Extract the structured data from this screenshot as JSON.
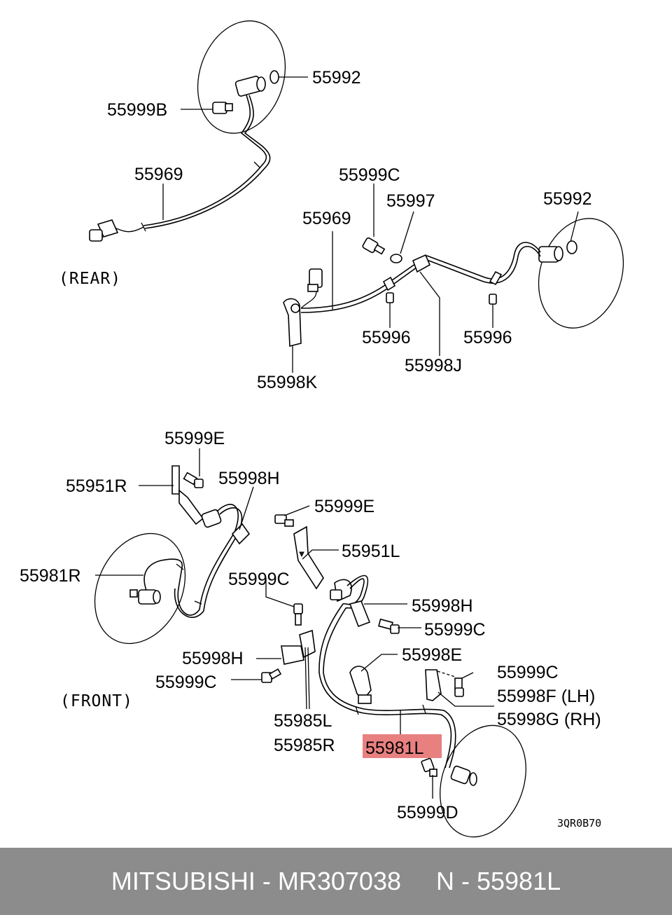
{
  "sections": {
    "rear": "(REAR)",
    "front": "(FRONT)"
  },
  "labels": {
    "l_55992_a": "55992",
    "l_55999B": "55999B",
    "l_55969_a": "55969",
    "l_55999C_a": "55999C",
    "l_55997": "55997",
    "l_55992_b": "55992",
    "l_55969_b": "55969",
    "l_55996_a": "55996",
    "l_55996_b": "55996",
    "l_55998J": "55998J",
    "l_55998K": "55998K",
    "l_55999E_a": "55999E",
    "l_55951R": "55951R",
    "l_55998H_a": "55998H",
    "l_55999E_b": "55999E",
    "l_55951L": "55951L",
    "l_55981R": "55981R",
    "l_55999C_b": "55999C",
    "l_55998H_b": "55998H",
    "l_55999C_c": "55999C",
    "l_55998E": "55998E",
    "l_55998H_c": "55998H",
    "l_55999C_d": "55999C",
    "l_55999C_e": "55999C",
    "l_55998F": "55998F (LH)",
    "l_55998G": "55998G (RH)",
    "l_55985L": "55985L",
    "l_55985R": "55985R",
    "l_55981L": "55981L",
    "l_55999D": "55999D"
  },
  "highlight": {
    "part": "55981L",
    "color": "#e88080"
  },
  "diagram_code": "3QR0B70",
  "footer": {
    "text": "MITSUBISHI - MR307038     N - 55981L",
    "background": "#8c8c8c"
  }
}
